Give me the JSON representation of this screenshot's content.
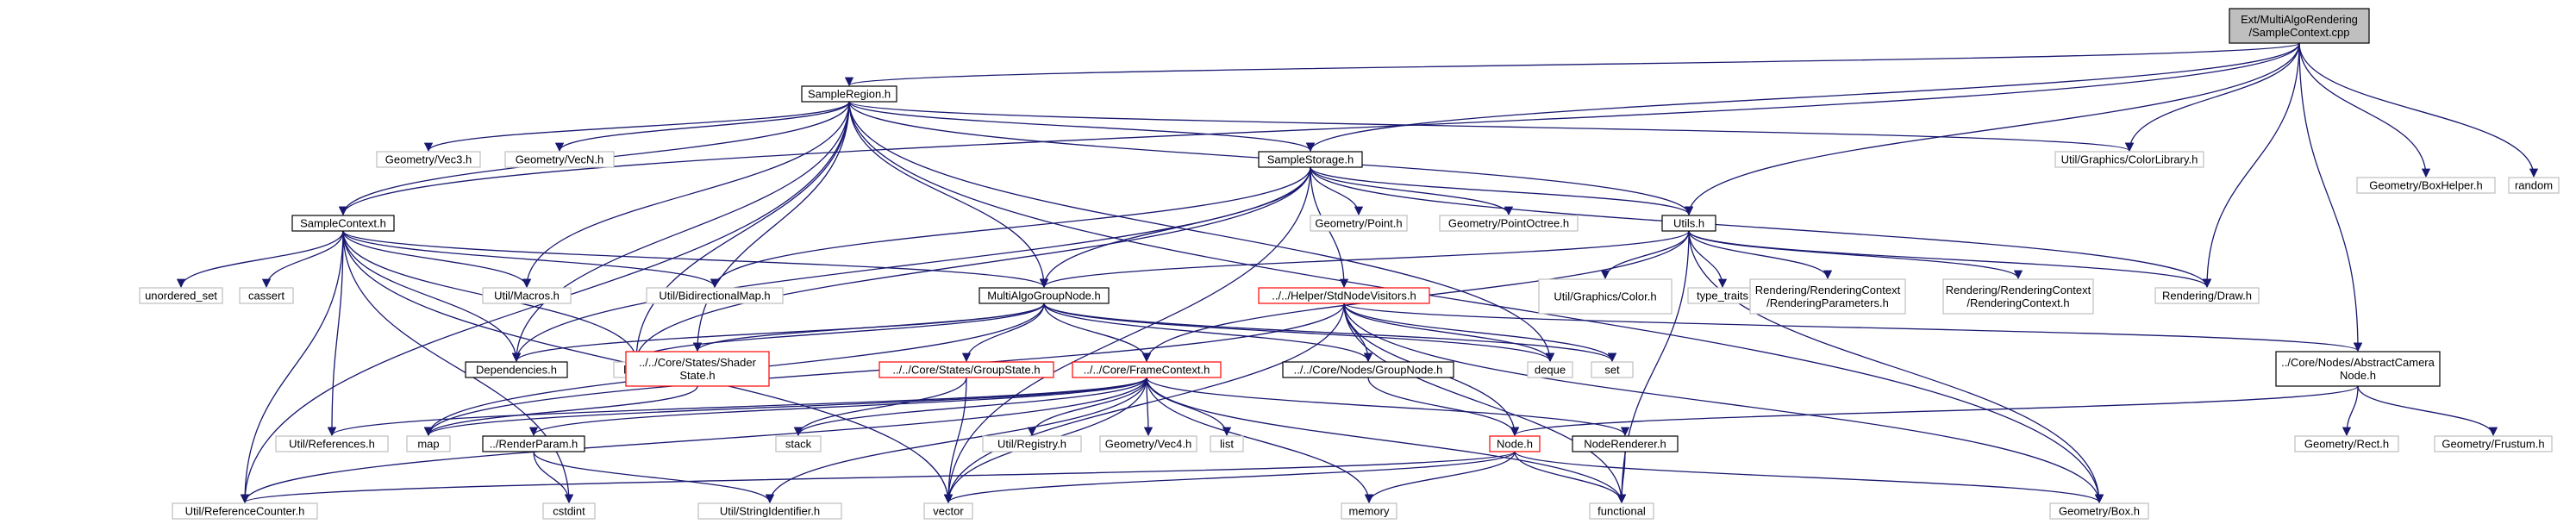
{
  "colors": {
    "edge": "#191970",
    "root_fill": "#bfbfbf",
    "root_border": "#000000",
    "local_border": "#000000",
    "truncated_border": "#ff0000",
    "external_border": "#bfbfbf",
    "fill": "#ffffff"
  },
  "nodes": [
    {
      "id": "root",
      "lines": [
        "Ext/MultiAlgoRendering",
        "/SampleContext.cpp"
      ],
      "kind": "root"
    },
    {
      "id": "SampleRegion",
      "lines": [
        "SampleRegion.h"
      ],
      "kind": "local"
    },
    {
      "id": "BoxHelper",
      "lines": [
        "Geometry/BoxHelper.h"
      ],
      "kind": "external"
    },
    {
      "id": "random",
      "lines": [
        "random"
      ],
      "kind": "external"
    },
    {
      "id": "Vec3",
      "lines": [
        "Geometry/Vec3.h"
      ],
      "kind": "external"
    },
    {
      "id": "VecN",
      "lines": [
        "Geometry/VecN.h"
      ],
      "kind": "external"
    },
    {
      "id": "SampleStorage",
      "lines": [
        "SampleStorage.h"
      ],
      "kind": "local"
    },
    {
      "id": "ColorLibrary",
      "lines": [
        "Util/Graphics/ColorLibrary.h"
      ],
      "kind": "external"
    },
    {
      "id": "SampleContext",
      "lines": [
        "SampleContext.h"
      ],
      "kind": "local"
    },
    {
      "id": "Point",
      "lines": [
        "Geometry/Point.h"
      ],
      "kind": "external"
    },
    {
      "id": "PointOctree",
      "lines": [
        "Geometry/PointOctree.h"
      ],
      "kind": "external"
    },
    {
      "id": "Utils",
      "lines": [
        "Utils.h"
      ],
      "kind": "local"
    },
    {
      "id": "unordered_set",
      "lines": [
        "unordered_set"
      ],
      "kind": "external"
    },
    {
      "id": "cassert",
      "lines": [
        "cassert"
      ],
      "kind": "external"
    },
    {
      "id": "Macros",
      "lines": [
        "Util/Macros.h"
      ],
      "kind": "external"
    },
    {
      "id": "BidirectionalMap",
      "lines": [
        "Util/BidirectionalMap.h"
      ],
      "kind": "external"
    },
    {
      "id": "MultiAlgoGroupNode",
      "lines": [
        "MultiAlgoGroupNode.h"
      ],
      "kind": "local"
    },
    {
      "id": "StdNodeVisitors",
      "lines": [
        "../../Helper/StdNodeVisitors.h"
      ],
      "kind": "truncated"
    },
    {
      "id": "UtilColor",
      "lines": [
        "Util/Graphics/Color.h"
      ],
      "kind": "external"
    },
    {
      "id": "type_traits",
      "lines": [
        "type_traits"
      ],
      "kind": "external"
    },
    {
      "id": "RenderingParameters",
      "lines": [
        "Rendering/RenderingContext",
        "/RenderingParameters.h"
      ],
      "kind": "external"
    },
    {
      "id": "RenderingContext",
      "lines": [
        "Rendering/RenderingContext",
        "/RenderingContext.h"
      ],
      "kind": "external"
    },
    {
      "id": "Draw",
      "lines": [
        "Rendering/Draw.h"
      ],
      "kind": "external"
    },
    {
      "id": "Dependencies",
      "lines": [
        "Dependencies.h"
      ],
      "kind": "local"
    },
    {
      "id": "limits",
      "lines": [
        "limits"
      ],
      "kind": "external"
    },
    {
      "id": "ShaderState",
      "lines": [
        "../../Core/States/Shader",
        "State.h"
      ],
      "kind": "truncated"
    },
    {
      "id": "GroupState",
      "lines": [
        "../../Core/States/GroupState.h"
      ],
      "kind": "truncated"
    },
    {
      "id": "FrameContext",
      "lines": [
        "../../Core/FrameContext.h"
      ],
      "kind": "truncated"
    },
    {
      "id": "GroupNode",
      "lines": [
        "../../Core/Nodes/GroupNode.h"
      ],
      "kind": "local"
    },
    {
      "id": "deque",
      "lines": [
        "deque"
      ],
      "kind": "external"
    },
    {
      "id": "set",
      "lines": [
        "set"
      ],
      "kind": "external"
    },
    {
      "id": "AbstractCamera",
      "lines": [
        "../Core/Nodes/AbstractCamera",
        "Node.h"
      ],
      "kind": "local"
    },
    {
      "id": "References",
      "lines": [
        "Util/References.h"
      ],
      "kind": "external"
    },
    {
      "id": "map",
      "lines": [
        "map"
      ],
      "kind": "external"
    },
    {
      "id": "RenderParam",
      "lines": [
        "../RenderParam.h"
      ],
      "kind": "local"
    },
    {
      "id": "stack",
      "lines": [
        "stack"
      ],
      "kind": "external"
    },
    {
      "id": "Registry",
      "lines": [
        "Util/Registry.h"
      ],
      "kind": "external"
    },
    {
      "id": "Vec4",
      "lines": [
        "Geometry/Vec4.h"
      ],
      "kind": "external"
    },
    {
      "id": "list",
      "lines": [
        "list"
      ],
      "kind": "external"
    },
    {
      "id": "Node",
      "lines": [
        "Node.h"
      ],
      "kind": "truncated"
    },
    {
      "id": "NodeRenderer",
      "lines": [
        "NodeRenderer.h"
      ],
      "kind": "local"
    },
    {
      "id": "Rect",
      "lines": [
        "Geometry/Rect.h"
      ],
      "kind": "external"
    },
    {
      "id": "Frustum",
      "lines": [
        "Geometry/Frustum.h"
      ],
      "kind": "external"
    },
    {
      "id": "ReferenceCounter",
      "lines": [
        "Util/ReferenceCounter.h"
      ],
      "kind": "external"
    },
    {
      "id": "cstdint",
      "lines": [
        "cstdint"
      ],
      "kind": "external"
    },
    {
      "id": "StringIdentifier",
      "lines": [
        "Util/StringIdentifier.h"
      ],
      "kind": "external"
    },
    {
      "id": "vector",
      "lines": [
        "vector"
      ],
      "kind": "external"
    },
    {
      "id": "memory",
      "lines": [
        "memory"
      ],
      "kind": "external"
    },
    {
      "id": "functional",
      "lines": [
        "functional"
      ],
      "kind": "external"
    },
    {
      "id": "GeometryBox",
      "lines": [
        "Geometry/Box.h"
      ],
      "kind": "external"
    }
  ],
  "edges": [
    [
      "root",
      "SampleRegion"
    ],
    [
      "root",
      "BoxHelper"
    ],
    [
      "root",
      "random"
    ],
    [
      "root",
      "SampleStorage"
    ],
    [
      "root",
      "ColorLibrary"
    ],
    [
      "root",
      "SampleContext"
    ],
    [
      "root",
      "Utils"
    ],
    [
      "root",
      "Draw"
    ],
    [
      "root",
      "AbstractCamera"
    ],
    [
      "SampleRegion",
      "Vec3"
    ],
    [
      "SampleRegion",
      "VecN"
    ],
    [
      "SampleRegion",
      "SampleStorage"
    ],
    [
      "SampleRegion",
      "ColorLibrary"
    ],
    [
      "SampleRegion",
      "SampleContext"
    ],
    [
      "SampleRegion",
      "Utils"
    ],
    [
      "SampleRegion",
      "Macros"
    ],
    [
      "SampleRegion",
      "MultiAlgoGroupNode"
    ],
    [
      "SampleRegion",
      "Dependencies"
    ],
    [
      "SampleRegion",
      "limits"
    ],
    [
      "SampleRegion",
      "ReferenceCounter"
    ],
    [
      "SampleRegion",
      "GeometryBox"
    ],
    [
      "SampleRegion",
      "deque"
    ],
    [
      "SampleRegion",
      "ShaderState"
    ],
    [
      "SampleStorage",
      "Point"
    ],
    [
      "SampleStorage",
      "PointOctree"
    ],
    [
      "SampleStorage",
      "Utils"
    ],
    [
      "SampleStorage",
      "BidirectionalMap"
    ],
    [
      "SampleStorage",
      "MultiAlgoGroupNode"
    ],
    [
      "SampleStorage",
      "StdNodeVisitors"
    ],
    [
      "SampleStorage",
      "Dependencies"
    ],
    [
      "SampleStorage",
      "limits"
    ],
    [
      "SampleStorage",
      "vector"
    ],
    [
      "SampleStorage",
      "Draw"
    ],
    [
      "SampleContext",
      "unordered_set"
    ],
    [
      "SampleContext",
      "cassert"
    ],
    [
      "SampleContext",
      "Macros"
    ],
    [
      "SampleContext",
      "BidirectionalMap"
    ],
    [
      "SampleContext",
      "MultiAlgoGroupNode"
    ],
    [
      "SampleContext",
      "Dependencies"
    ],
    [
      "SampleContext",
      "limits"
    ],
    [
      "SampleContext",
      "References"
    ],
    [
      "SampleContext",
      "ReferenceCounter"
    ],
    [
      "SampleContext",
      "vector"
    ],
    [
      "SampleContext",
      "cstdint"
    ],
    [
      "Utils",
      "MultiAlgoGroupNode"
    ],
    [
      "Utils",
      "UtilColor"
    ],
    [
      "Utils",
      "type_traits"
    ],
    [
      "Utils",
      "RenderingParameters"
    ],
    [
      "Utils",
      "RenderingContext"
    ],
    [
      "Utils",
      "Draw"
    ],
    [
      "Utils",
      "FrameContext"
    ],
    [
      "Utils",
      "GeometryBox"
    ],
    [
      "Utils",
      "functional"
    ],
    [
      "MultiAlgoGroupNode",
      "Dependencies"
    ],
    [
      "MultiAlgoGroupNode",
      "limits"
    ],
    [
      "MultiAlgoGroupNode",
      "ShaderState"
    ],
    [
      "MultiAlgoGroupNode",
      "GroupState"
    ],
    [
      "MultiAlgoGroupNode",
      "FrameContext"
    ],
    [
      "MultiAlgoGroupNode",
      "GroupNode"
    ],
    [
      "MultiAlgoGroupNode",
      "deque"
    ],
    [
      "MultiAlgoGroupNode",
      "map"
    ],
    [
      "MultiAlgoGroupNode",
      "set"
    ],
    [
      "StdNodeVisitors",
      "GroupNode"
    ],
    [
      "StdNodeVisitors",
      "deque"
    ],
    [
      "StdNodeVisitors",
      "set"
    ],
    [
      "StdNodeVisitors",
      "AbstractCamera"
    ],
    [
      "StdNodeVisitors",
      "Node"
    ],
    [
      "StdNodeVisitors",
      "functional"
    ],
    [
      "StdNodeVisitors",
      "GeometryBox"
    ],
    [
      "StdNodeVisitors",
      "vector"
    ],
    [
      "StdNodeVisitors",
      "map"
    ],
    [
      "GroupState",
      "stack"
    ],
    [
      "GroupState",
      "vector"
    ],
    [
      "FrameContext",
      "References"
    ],
    [
      "FrameContext",
      "map"
    ],
    [
      "FrameContext",
      "RenderParam"
    ],
    [
      "FrameContext",
      "stack"
    ],
    [
      "FrameContext",
      "Registry"
    ],
    [
      "FrameContext",
      "Vec4"
    ],
    [
      "FrameContext",
      "list"
    ],
    [
      "FrameContext",
      "NodeRenderer"
    ],
    [
      "FrameContext",
      "memory"
    ],
    [
      "FrameContext",
      "vector"
    ],
    [
      "FrameContext",
      "functional"
    ],
    [
      "FrameContext",
      "StringIdentifier"
    ],
    [
      "FrameContext",
      "ReferenceCounter"
    ],
    [
      "GroupNode",
      "Node"
    ],
    [
      "AbstractCamera",
      "Node"
    ],
    [
      "AbstractCamera",
      "Rect"
    ],
    [
      "AbstractCamera",
      "Frustum"
    ],
    [
      "ShaderState",
      "map"
    ],
    [
      "RenderParam",
      "cstdint"
    ],
    [
      "RenderParam",
      "StringIdentifier"
    ],
    [
      "Node",
      "ReferenceCounter"
    ],
    [
      "Node",
      "memory"
    ],
    [
      "Node",
      "functional"
    ],
    [
      "Node",
      "GeometryBox"
    ],
    [
      "Node",
      "vector"
    ],
    [
      "NodeRenderer",
      "functional"
    ]
  ]
}
